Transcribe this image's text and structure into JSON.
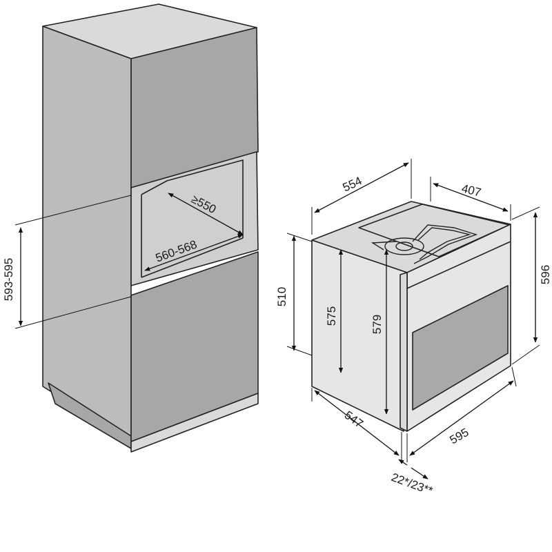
{
  "colors": {
    "panel_front": "#a7a7a7",
    "panel_side": "#bcbcbc",
    "panel_top": "#dadada",
    "niche_interior": "#cfcfcf",
    "oven_body": "#e6e6e6",
    "oven_window": "#a9a9a9",
    "line": "#222222",
    "background": "#ffffff"
  },
  "cabinet": {
    "dim_height": "593-595",
    "dim_width": "560-568",
    "dim_depth": "≥550"
  },
  "oven": {
    "dim_top_depth": "554",
    "dim_top_width": "407",
    "dim_height_right": "596",
    "dim_height_left": "510",
    "dim_height_inner": "575",
    "dim_height_front": "579",
    "dim_bottom_depth": "547",
    "dim_bottom_width": "595",
    "dim_front_panel": "22*/23**"
  }
}
